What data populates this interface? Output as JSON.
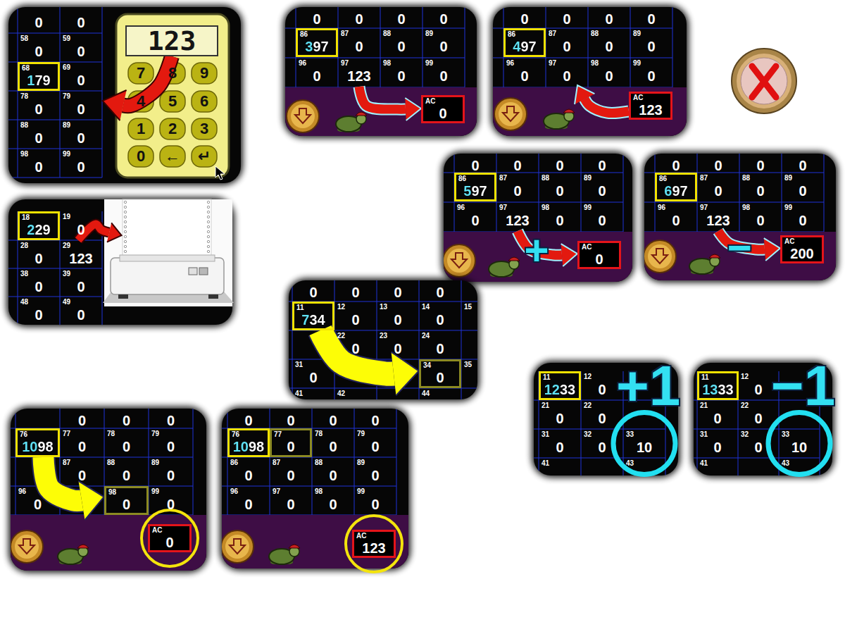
{
  "diagram": {
    "nodes": [
      {
        "text": [
          "123"
        ]
      },
      {
        "text": [
          "68",
          "179"
        ]
      },
      {
        "text": [
          "79",
          "0"
        ]
      },
      {
        "text": [
          "18",
          "229"
        ]
      },
      {
        "text": [
          "29",
          "123"
        ]
      },
      {
        "text": [
          "86",
          "397"
        ]
      },
      {
        "text": [
          "97",
          "123"
        ]
      },
      {
        "text": [
          "AC",
          "0"
        ]
      },
      {
        "text": [
          "86",
          "497"
        ]
      },
      {
        "text": [
          "97",
          "0"
        ]
      },
      {
        "text": [
          "AC",
          "123"
        ]
      },
      {
        "text": [
          "86",
          "597"
        ]
      },
      {
        "text": [
          "97",
          "123"
        ]
      },
      {
        "text": [
          "AC",
          "0"
        ]
      },
      {
        "text": [
          "86",
          "697"
        ]
      },
      {
        "text": [
          "97",
          "123"
        ]
      },
      {
        "text": [
          "AC",
          "200"
        ]
      },
      {
        "text": [
          "11",
          "734"
        ]
      },
      {
        "text": [
          "34",
          "0"
        ]
      },
      {
        "text": [
          "11",
          "1233"
        ]
      },
      {
        "text": [
          "33",
          "10"
        ]
      },
      {
        "text": [
          "11",
          "1333"
        ]
      },
      {
        "text": [
          "33",
          "10"
        ]
      },
      {
        "text": [
          "76",
          "1098"
        ]
      },
      {
        "text": [
          "98",
          "0"
        ]
      },
      {
        "text": [
          "AC",
          "0"
        ]
      },
      {
        "text": [
          "76",
          "1098"
        ]
      },
      {
        "text": [
          "77",
          "0"
        ]
      },
      {
        "text": [
          "AC",
          "123"
        ]
      }
    ],
    "edges": [
      {
        "from": 0,
        "to": 2,
        "arrow": "to"
      },
      {
        "from": 6,
        "to": 7,
        "arrow": "to"
      },
      {
        "from": 10,
        "to": 9,
        "arrow": "to"
      },
      {
        "from": 12,
        "to": 13,
        "arrow": "to",
        "label": "+"
      },
      {
        "from": 15,
        "to": 16,
        "arrow": "to",
        "label": "−"
      },
      {
        "from": 17,
        "to": 18,
        "arrow": "to"
      },
      {
        "from": 23,
        "to": 24,
        "arrow": "to"
      }
    ],
    "labels": [
      "0",
      "0",
      "58",
      "0",
      "59",
      "0",
      "69",
      "0",
      "78",
      "0",
      "88",
      "0",
      "89",
      "0",
      "98",
      "0",
      "99",
      "0",
      "7",
      "8",
      "9",
      "4",
      "5",
      "6",
      "1",
      "2",
      "3",
      "0",
      "←",
      "↵",
      "19",
      "0",
      "28",
      "0",
      "38",
      "0",
      "39",
      "0",
      "48",
      "0",
      "49",
      "0",
      "0",
      "0",
      "0",
      "0",
      "87",
      "0",
      "88",
      "0",
      "89",
      "0",
      "96",
      "0",
      "98",
      "0",
      "99",
      "0",
      "0",
      "0",
      "0",
      "0",
      "87",
      "0",
      "88",
      "0",
      "89",
      "0",
      "96",
      "0",
      "98",
      "0",
      "99",
      "0",
      "0",
      "0",
      "0",
      "0",
      "87",
      "0",
      "88",
      "0",
      "89",
      "0",
      "96",
      "0",
      "98",
      "0",
      "99",
      "0",
      "0",
      "0",
      "0",
      "0",
      "87",
      "0",
      "88",
      "0",
      "89",
      "0",
      "96",
      "0",
      "98",
      "0",
      "99",
      "0",
      "0",
      "0",
      "0",
      "0",
      "12",
      "0",
      "13",
      "0",
      "14",
      "0",
      "15",
      "22",
      "0",
      "23",
      "0",
      "24",
      "0",
      "31",
      "0",
      "35",
      "41",
      "42",
      "44",
      "12",
      "0",
      "21",
      "0",
      "22",
      "0",
      "31",
      "0",
      "32",
      "0",
      "41",
      "43",
      "+1",
      "12",
      "0",
      "21",
      "0",
      "22",
      "0",
      "31",
      "0",
      "32",
      "0",
      "41",
      "43",
      "−1",
      "0",
      "0",
      "0",
      "77",
      "0",
      "78",
      "0",
      "79",
      "0",
      "87",
      "0",
      "88",
      "0",
      "89",
      "0",
      "96",
      "0",
      "99",
      "0",
      "0",
      "0",
      "0",
      "0",
      "78",
      "0",
      "79",
      "0",
      "86",
      "0",
      "87",
      "0",
      "88",
      "0",
      "89",
      "0",
      "96",
      "0",
      "97",
      "0",
      "98",
      "0",
      "99",
      "0"
    ]
  }
}
